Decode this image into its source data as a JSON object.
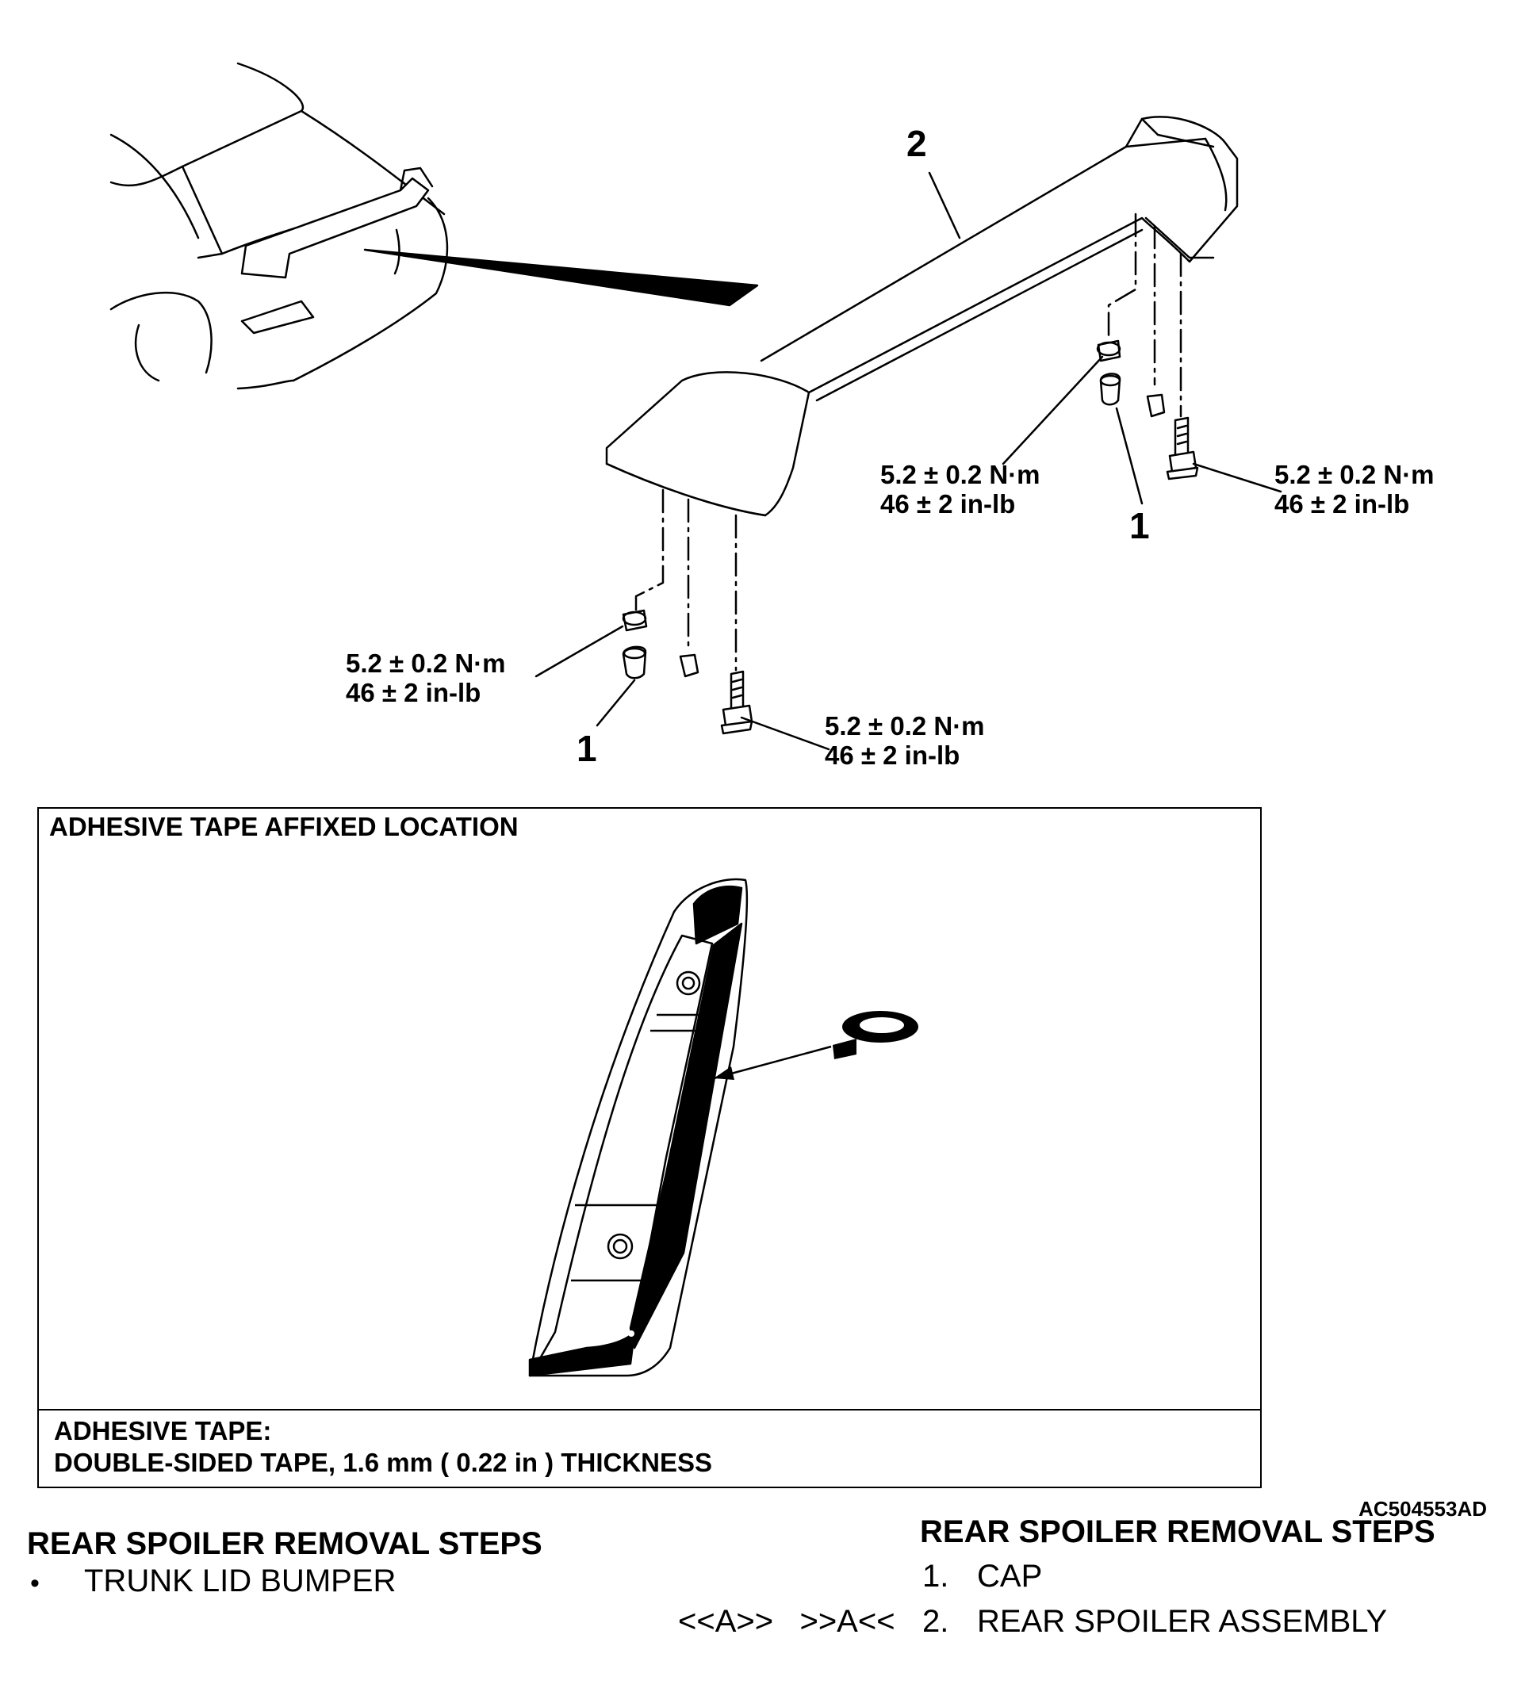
{
  "diagram": {
    "callouts": {
      "item_2": "2",
      "item_1_right": "1",
      "item_1_left": "1"
    },
    "torque_labels": [
      {
        "line1": "5.2 ± 0.2 N·m",
        "line2": "46 ± 2 in-lb"
      },
      {
        "line1": "5.2 ± 0.2 N·m",
        "line2": "46 ± 2 in-lb"
      },
      {
        "line1": "5.2 ± 0.2 N·m",
        "line2": "46 ± 2 in-lb"
      },
      {
        "line1": "5.2 ± 0.2 N·m",
        "line2": "46 ± 2 in-lb"
      }
    ],
    "inset": {
      "title": "ADHESIVE TAPE AFFIXED LOCATION",
      "note_line1": "ADHESIVE TAPE:",
      "note_line2": "DOUBLE-SIDED TAPE, 1.6 mm ( 0.22 in ) THICKNESS"
    },
    "figure_id": "AC504553AD"
  },
  "steps_left": {
    "title": "REAR SPOILER REMOVAL STEPS",
    "bullet": "•",
    "item": "TRUNK LID BUMPER"
  },
  "steps_right": {
    "title": "REAR SPOILER REMOVAL STEPS",
    "items": [
      {
        "marker": "",
        "number": "1.",
        "label": "CAP"
      },
      {
        "marker": "<<A>>   >>A<<",
        "number": "2.",
        "label": "REAR SPOILER ASSEMBLY"
      }
    ]
  }
}
